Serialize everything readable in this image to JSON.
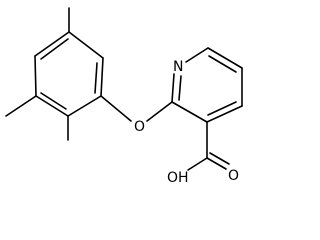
{
  "molecule": {
    "atoms": {
      "nitrogen": "N",
      "ether_oxygen": "O",
      "carboxyl_group": "OH",
      "carbonyl_oxygen": "O"
    },
    "colors": {
      "bond": "#000000",
      "background": "#ffffff"
    }
  }
}
